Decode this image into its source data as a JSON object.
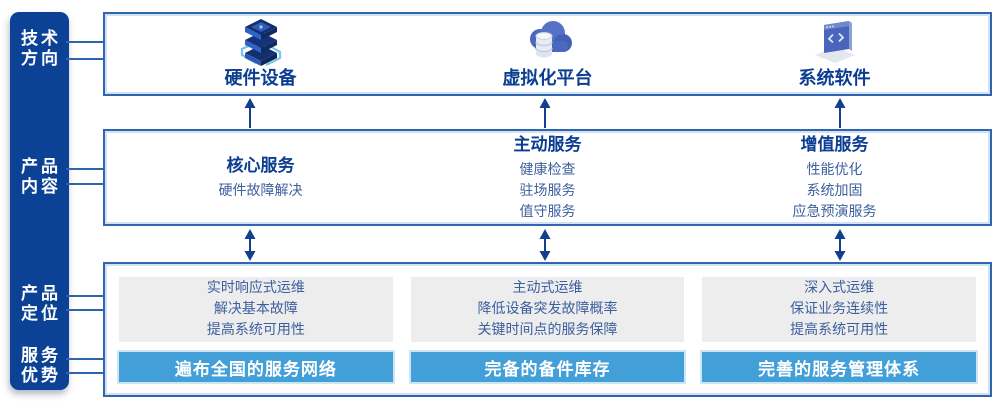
{
  "sidebar": {
    "items": [
      {
        "id": "tech-direction",
        "lines": [
          "技术",
          "方向"
        ]
      },
      {
        "id": "product-content",
        "lines": [
          "产品",
          "内容"
        ]
      },
      {
        "id": "product-position",
        "lines": [
          "产品",
          "定位"
        ]
      },
      {
        "id": "service-advantage",
        "lines": [
          "服务",
          "优势"
        ]
      }
    ]
  },
  "tech_row": {
    "columns": [
      {
        "icon": "server-stack-icon",
        "label": "硬件设备"
      },
      {
        "icon": "cloud-database-icon",
        "label": "虚拟化平台"
      },
      {
        "icon": "software-window-icon",
        "label": "系统软件"
      }
    ]
  },
  "content_row": {
    "columns": [
      {
        "title": "核心服务",
        "items": [
          "硬件故障解决"
        ]
      },
      {
        "title": "主动服务",
        "items": [
          "健康检查",
          "驻场服务",
          "值守服务"
        ]
      },
      {
        "title": "增值服务",
        "items": [
          "性能优化",
          "系统加固",
          "应急预演服务"
        ]
      }
    ]
  },
  "position_row": {
    "columns": [
      {
        "description": [
          "实时响应式运维",
          "解决基本故障",
          "提高系统可用性"
        ],
        "advantage": "遍布全国的服务网络"
      },
      {
        "description": [
          "主动式运维",
          "降低设备突发故障概率",
          "关键时间点的服务保障"
        ],
        "advantage": "完备的备件库存"
      },
      {
        "description": [
          "深入式运维",
          "保证业务连续性",
          "提高系统可用性"
        ],
        "advantage": "完善的服务管理体系"
      }
    ]
  },
  "colors": {
    "sidebar_bg": "#0c4296",
    "box_border": "#2f64b0",
    "title_text": "#0b3d91",
    "body_text": "#3c5f9e",
    "desc_box_bg": "#ededee",
    "advantage_bar_bg": "#429fd8",
    "arrow": "#123f8e"
  }
}
